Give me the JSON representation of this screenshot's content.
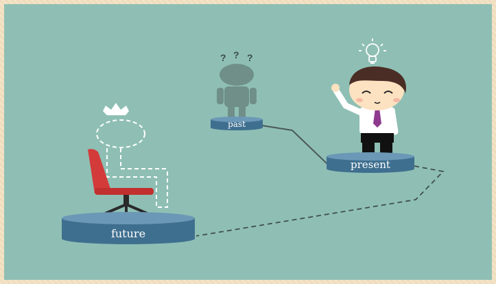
{
  "labels": {
    "past": "past",
    "present": "present",
    "future": "future",
    "question_marks": [
      "?",
      "?",
      "?"
    ]
  },
  "colors": {
    "background": "#8fbfb4",
    "frame": "#f3e4c8",
    "pedestal_top": "#5c8aa8",
    "pedestal_side": "#3f6f8f",
    "chair_red": "#d33b3b",
    "tie": "#8e3a8e",
    "ghost": "#6f8f88"
  },
  "icons": {
    "present": "lightbulb-icon",
    "future": "crown-icon",
    "past": "question-marks-icon"
  }
}
